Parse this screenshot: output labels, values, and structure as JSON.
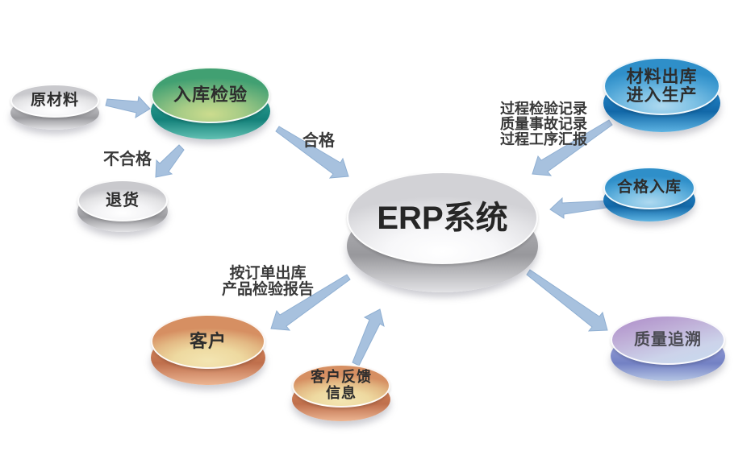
{
  "nodes": {
    "erp": {
      "label": "ERP系统",
      "color": "#d9d9dc"
    },
    "raw_material": {
      "label": "原材料",
      "color": "#d9d9dc"
    },
    "incoming_inspection": {
      "label": "入库检验",
      "color": "#41a072"
    },
    "return_goods": {
      "label": "退货",
      "color": "#d9d9dc"
    },
    "material_outbound": {
      "line1": "材料出库",
      "line2": "进入生产",
      "color": "#2f8fc9"
    },
    "qualified_storage": {
      "label": "合格入库",
      "color": "#2f8fc9"
    },
    "quality_trace": {
      "label": "质量追溯",
      "color": "#b091cb"
    },
    "customer": {
      "label": "客户",
      "color": "#d68f62"
    },
    "customer_feedback": {
      "line1": "客户反馈",
      "line2": "信息",
      "color": "#d68f62"
    }
  },
  "edge_labels": {
    "unqualified": "不合格",
    "qualified": "合格",
    "process_line1": "过程检验记录",
    "process_line2": "质量事故记录",
    "process_line3": "过程工序汇报",
    "order_line1": "按订单出库",
    "order_line2": "产品检验报告"
  },
  "edges": [
    {
      "from": "原材料",
      "to": "入库检验",
      "label": ""
    },
    {
      "from": "入库检验",
      "to": "退货",
      "label": "不合格"
    },
    {
      "from": "入库检验",
      "to": "ERP系统",
      "label": "合格"
    },
    {
      "from": "材料出库进入生产",
      "to": "ERP系统",
      "label": "过程检验记录 质量事故记录 过程工序汇报"
    },
    {
      "from": "合格入库",
      "to": "ERP系统",
      "label": ""
    },
    {
      "from": "ERP系统",
      "to": "客户",
      "label": "按订单出库 产品检验报告"
    },
    {
      "from": "客户反馈信息",
      "to": "ERP系统",
      "label": ""
    },
    {
      "from": "ERP系统",
      "to": "质量追溯",
      "label": ""
    }
  ],
  "colors": {
    "arrow": "#a7c1de",
    "teal_side": "#14817a",
    "blue_side": "#1268a8",
    "purple_side": "#7381c4",
    "orange_side": "#bf6f4c",
    "background": "#ffffff"
  }
}
